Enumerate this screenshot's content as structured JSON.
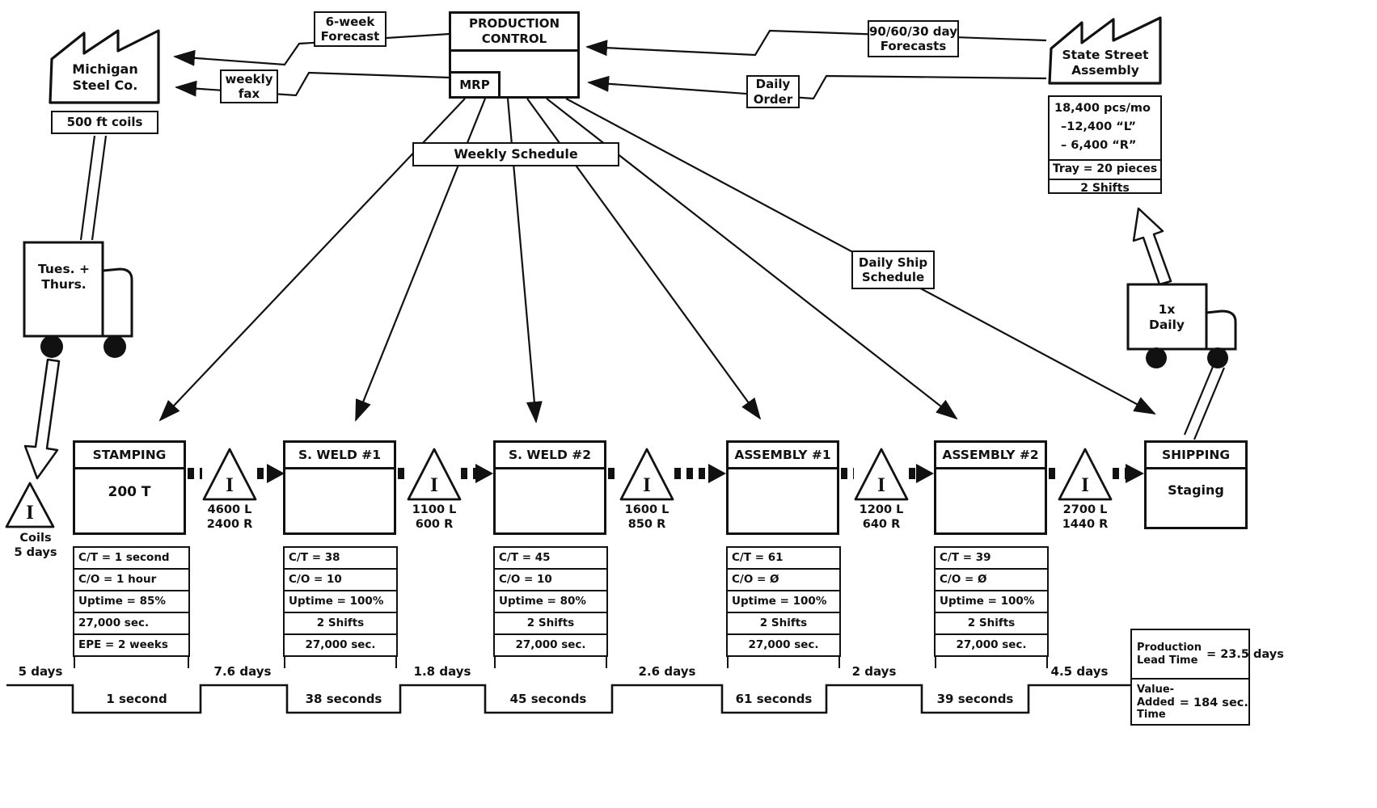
{
  "production_control": {
    "title": "PRODUCTION\nCONTROL",
    "system": "MRP"
  },
  "info_flows": {
    "six_week_forecast": "6-week\nForecast",
    "weekly_fax": "weekly\nfax",
    "forecasts_906030": "90/60/30 day\nForecasts",
    "daily_order": "Daily\nOrder",
    "weekly_schedule": "Weekly Schedule",
    "daily_ship_schedule": "Daily Ship\nSchedule"
  },
  "supplier": {
    "name": "Michigan\nSteel Co.",
    "material": "500 ft coils",
    "truck_label": "Tues. +\nThurs."
  },
  "customer": {
    "name": "State Street\nAssembly",
    "demand": [
      "18,400 pcs/mo",
      "–12,400 “L”",
      "– 6,400 “R”"
    ],
    "tray": "Tray = 20 pieces",
    "shifts": "2 Shifts",
    "truck_label": "1x\nDaily"
  },
  "inventory_symbol": "I",
  "inventories": [
    {
      "label": "Coils\n5 days"
    },
    {
      "label": "4600 L\n2400 R"
    },
    {
      "label": "1100 L\n600 R"
    },
    {
      "label": "1600 L\n850 R"
    },
    {
      "label": "1200 L\n640 R"
    },
    {
      "label": "2700 L\n1440 R"
    }
  ],
  "processes": [
    {
      "name": "STAMPING",
      "note": "200 T",
      "data": [
        "C/T = 1 second",
        "C/O =  1 hour",
        "Uptime = 85%",
        "27,000 sec. avail.",
        "EPE = 2 weeks"
      ]
    },
    {
      "name": "S. WELD #1",
      "note": "",
      "data": [
        "C/T = 38 seconds",
        "C/O =  10 minutes",
        "Uptime = 100%",
        "2 Shifts",
        "27,000 sec. avail."
      ]
    },
    {
      "name": "S. WELD #2",
      "note": "",
      "data": [
        "C/T = 45 seconds",
        "C/O =  10 minutes",
        "Uptime = 80%",
        "2 Shifts",
        "27,000 sec. avail."
      ]
    },
    {
      "name": "ASSEMBLY #1",
      "note": "",
      "data": [
        "C/T = 61 seconds",
        "C/O =  Ø",
        "Uptime = 100%",
        "2 Shifts",
        "27,000 sec. avail."
      ]
    },
    {
      "name": "ASSEMBLY #2",
      "note": "",
      "data": [
        "C/T = 39 seconds",
        "C/O =  Ø",
        "Uptime = 100%",
        "2 Shifts",
        "27,000 sec. avail."
      ]
    },
    {
      "name": "SHIPPING",
      "note": "Staging",
      "data": []
    }
  ],
  "timeline": {
    "days": [
      "5 days",
      "7.6 days",
      "1.8 days",
      "2.6 days",
      "2 days",
      "4.5 days"
    ],
    "seconds": [
      "1 second",
      "38 seconds",
      "45 seconds",
      "61 seconds",
      "39 seconds"
    ],
    "summary": {
      "lead_label": "Production\nLead Time",
      "lead_value": "= 23.5 days",
      "va_label": "Value-\nAdded\nTime",
      "va_value": "= 184 sec."
    }
  }
}
